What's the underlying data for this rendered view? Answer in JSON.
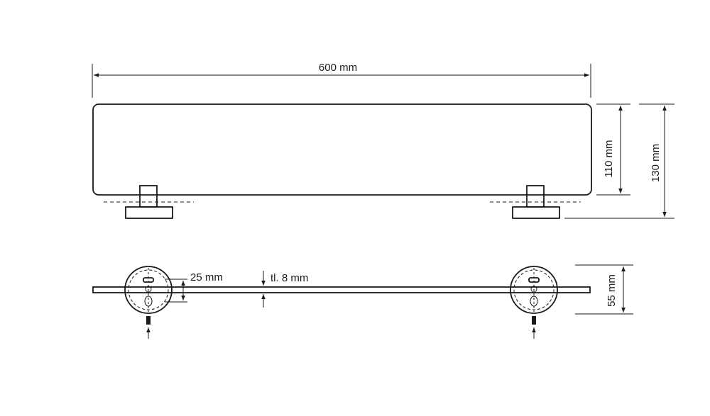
{
  "dimensions": {
    "width": "600 mm",
    "shelf_height": "110 mm",
    "total_height": "130 mm",
    "bracket_diameter": "25 mm",
    "glass_thickness": "tl. 8 mm",
    "depth": "55 mm"
  }
}
